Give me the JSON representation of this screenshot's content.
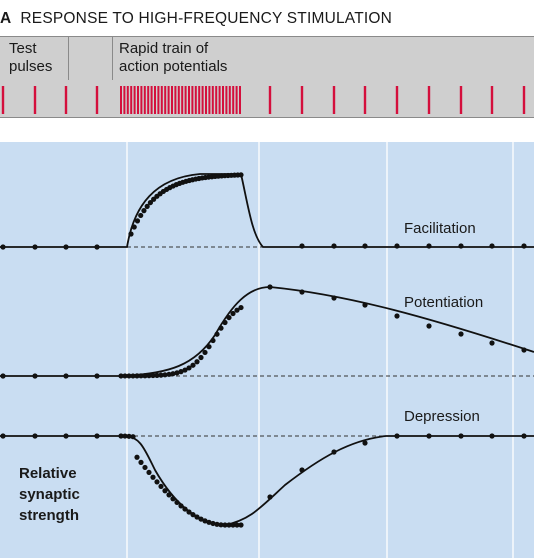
{
  "figure": {
    "panel_letter": "A",
    "title": "RESPONSE TO HIGH-FREQUENCY STIMULATION"
  },
  "stimulation": {
    "test_pulses_label": "Test\npulses",
    "train_label": "Rapid train of\naction potentials"
  },
  "traces": [
    {
      "name": "facilitation",
      "label": "Facilitation"
    },
    {
      "name": "potentiation",
      "label": "Potentiation"
    },
    {
      "name": "depression",
      "label": "Depression"
    }
  ],
  "y_axis_label": "Relative\nsynaptic\nstrength",
  "colors": {
    "background_panel": "#c9ddf2",
    "stim_band": "#cfcfcf",
    "stim_ticks": "#d40f3c",
    "trace": "#111111",
    "grid": "#ffffff"
  }
}
